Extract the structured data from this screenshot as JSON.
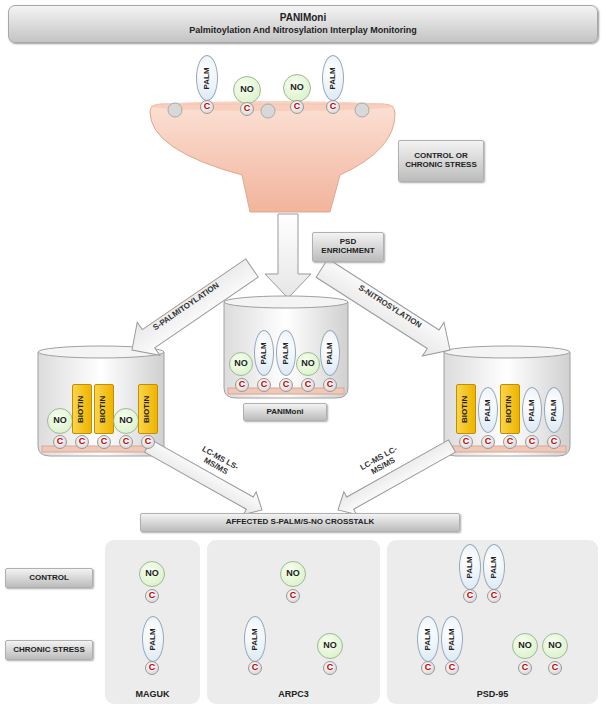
{
  "diagram": {
    "nodes": [
      {
        "text": [
          "PANIMoni",
          "Palmitoylation And Nitrosylation Interplay Monitoring"
        ]
      },
      {
        "text": [
          "PALM"
        ]
      },
      {
        "text": [
          "NO"
        ]
      },
      {
        "text": [
          "NO"
        ]
      },
      {
        "text": [
          "PALM"
        ]
      },
      {
        "text": [
          "C"
        ]
      },
      {
        "text": [
          "C"
        ]
      },
      {
        "text": [
          "C"
        ]
      },
      {
        "text": [
          "C"
        ]
      },
      {
        "text": [
          "CONTROL OR CHRONIC STRESS"
        ]
      },
      {
        "text": [
          "PSD ENRICHMENT"
        ]
      },
      {
        "text": [
          "NO"
        ]
      },
      {
        "text": [
          "PALM"
        ]
      },
      {
        "text": [
          "PALM"
        ]
      },
      {
        "text": [
          "NO"
        ]
      },
      {
        "text": [
          "PALM"
        ]
      },
      {
        "text": [
          "C"
        ]
      },
      {
        "text": [
          "C"
        ]
      },
      {
        "text": [
          "C"
        ]
      },
      {
        "text": [
          "C"
        ]
      },
      {
        "text": [
          "C"
        ]
      },
      {
        "text": [
          "NO"
        ]
      },
      {
        "text": [
          "BIOTIN"
        ]
      },
      {
        "text": [
          "BIOTIN"
        ]
      },
      {
        "text": [
          "NO"
        ]
      },
      {
        "text": [
          "BIOTIN"
        ]
      },
      {
        "text": [
          "C"
        ]
      },
      {
        "text": [
          "C"
        ]
      },
      {
        "text": [
          "C"
        ]
      },
      {
        "text": [
          "C"
        ]
      },
      {
        "text": [
          "C"
        ]
      },
      {
        "text": [
          "PANIMoni"
        ]
      },
      {
        "text": [
          "BIOTIN"
        ]
      },
      {
        "text": [
          "PALM"
        ]
      },
      {
        "text": [
          "BIOTIN"
        ]
      },
      {
        "text": [
          "PALM"
        ]
      },
      {
        "text": [
          "PALM"
        ]
      },
      {
        "text": [
          "C"
        ]
      },
      {
        "text": [
          "C"
        ]
      },
      {
        "text": [
          "C"
        ]
      },
      {
        "text": [
          "C"
        ]
      },
      {
        "text": [
          "C"
        ]
      },
      {
        "text": [
          "AFFECTED S-PALM/S-NO CROSSTALK"
        ]
      },
      {
        "text": [
          "CONTROL"
        ]
      },
      {
        "text": [
          "MAGUK"
        ]
      },
      {
        "text": [
          "NO"
        ],
        "in": 44
      },
      {
        "text": [
          "C"
        ],
        "in": 44
      },
      {
        "text": [
          "PALM"
        ],
        "in": 44
      },
      {
        "text": [
          "C"
        ],
        "in": 44
      },
      {
        "text": [
          "ARPC3"
        ]
      },
      {
        "text": [
          "NO"
        ],
        "in": 49
      },
      {
        "text": [
          "C"
        ],
        "in": 49
      },
      {
        "text": [
          "PALM"
        ],
        "in": 49
      },
      {
        "text": [
          "C"
        ],
        "in": 49
      },
      {
        "text": [
          "NO"
        ],
        "in": 49
      },
      {
        "text": [
          "C"
        ],
        "in": 49
      },
      {
        "text": [
          "PSD-95"
        ]
      },
      {
        "text": [
          "PALM"
        ],
        "in": 56
      },
      {
        "text": [
          "PALM"
        ],
        "in": 56
      },
      {
        "text": [
          "C"
        ],
        "in": 56
      },
      {
        "text": [
          "C"
        ],
        "in": 56
      },
      {
        "text": [
          "PALM"
        ],
        "in": 56
      },
      {
        "text": [
          "PALM"
        ],
        "in": 56
      },
      {
        "text": [
          "C"
        ],
        "in": 56
      },
      {
        "text": [
          "C"
        ],
        "in": 56
      },
      {
        "text": [
          "NO"
        ],
        "in": 56
      },
      {
        "text": [
          "NO"
        ],
        "in": 56
      },
      {
        "text": [
          "C"
        ],
        "in": 56
      },
      {
        "text": [
          "C"
        ],
        "in": 56
      },
      {
        "text": [
          "CHRONIC STRESS"
        ]
      }
    ],
    "labels": [
      "S-PALMITOYLATION",
      "S-NITROSYLATION",
      "LC-MS LS-MS/MS",
      "LC-MS LC-MS/MS"
    ]
  }
}
